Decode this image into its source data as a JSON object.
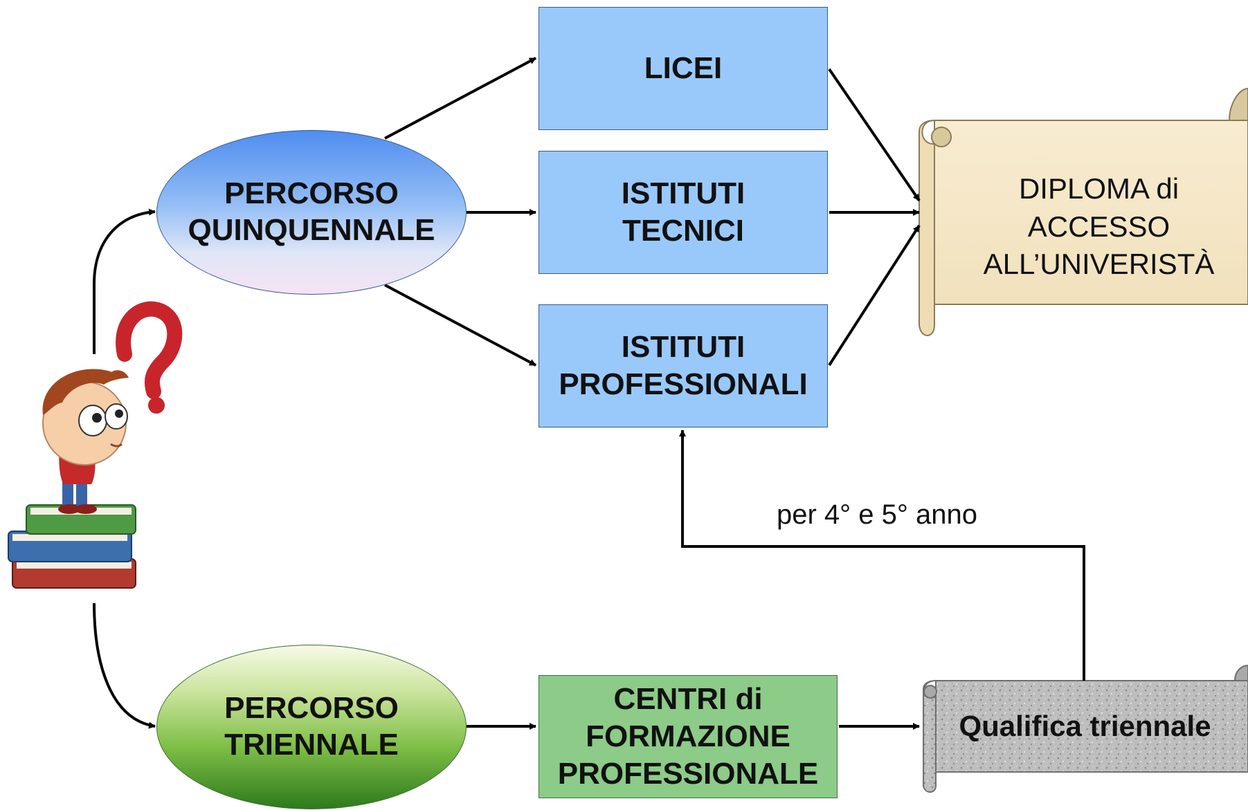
{
  "ellipses": {
    "quinquennale": [
      "PERCORSO",
      "QUINQUENNALE"
    ],
    "triennale": [
      "PERCORSO",
      "TRIENNALE"
    ]
  },
  "boxes": {
    "licei": [
      "LICEI"
    ],
    "tecnici": [
      "ISTITUTI",
      "TECNICI"
    ],
    "professionali": [
      "ISTITUTI",
      "PROFESSIONALI"
    ],
    "centri": [
      "CENTRI di",
      "FORMAZIONE",
      "PROFESSIONALE"
    ]
  },
  "outcomes": {
    "diploma": [
      "DIPLOMA di",
      "ACCESSO",
      "ALL’UNIVERISTÀ"
    ],
    "qualifica": "Qualifica triennale"
  },
  "connector_label": "per 4° e 5° anno",
  "colors": {
    "blue_box": "#99c9fb",
    "green_box": "#8ccb88",
    "parchment": "#f5e8c8",
    "stone": "#bdbdbd",
    "question_mark": "#c8242b"
  },
  "icons": [
    "student-on-books-icon",
    "question-mark-icon",
    "diploma-scroll-icon",
    "qualification-scroll-icon"
  ]
}
